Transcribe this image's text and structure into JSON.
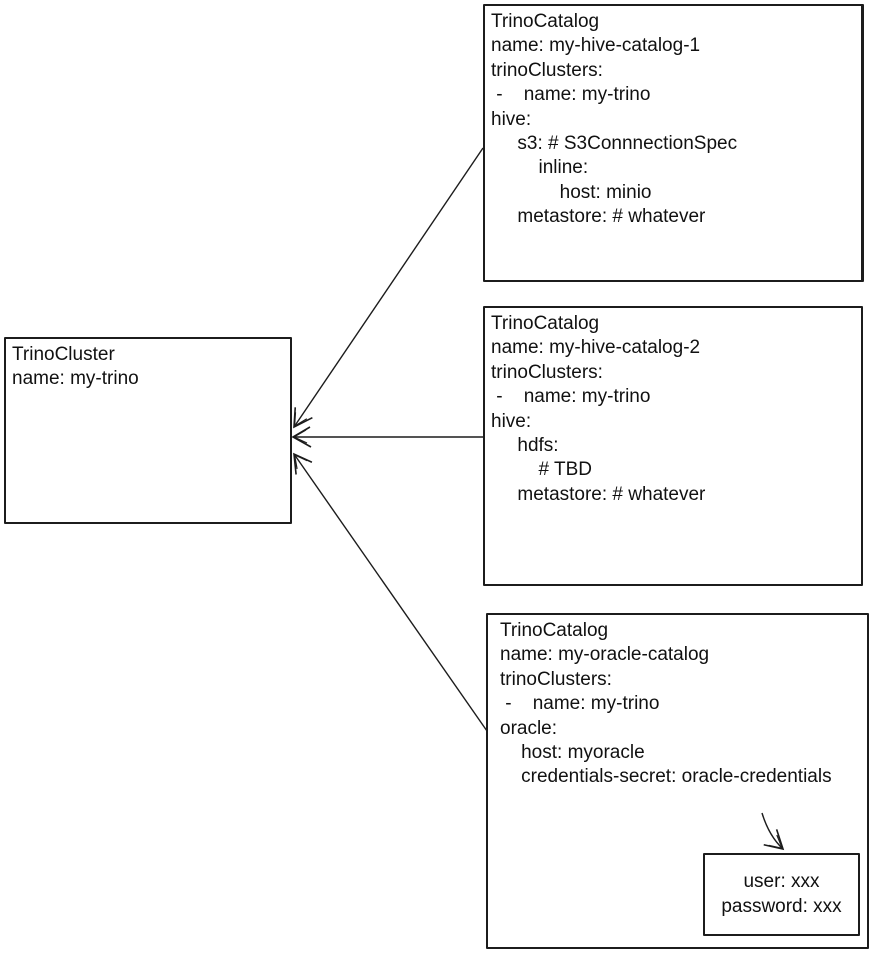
{
  "colors": {
    "stroke": "#1c1c1c",
    "text": "#111111",
    "background": "#ffffff"
  },
  "diagram": {
    "cluster_box": {
      "lines": [
        "TrinoCluster",
        "name: my-trino"
      ]
    },
    "catalog_boxes": [
      {
        "id": "my-hive-catalog-1",
        "lines": [
          "TrinoCatalog",
          "name: my-hive-catalog-1",
          "trinoClusters:",
          " -    name: my-trino",
          "hive:",
          "     s3: # S3ConnnectionSpec",
          "         inline:",
          "             host: minio",
          "     metastore: # whatever"
        ]
      },
      {
        "id": "my-hive-catalog-2",
        "lines": [
          "TrinoCatalog",
          "name: my-hive-catalog-2",
          "trinoClusters:",
          " -    name: my-trino",
          "hive:",
          "     hdfs:",
          "         # TBD",
          "     metastore: # whatever"
        ]
      },
      {
        "id": "my-oracle-catalog",
        "lines": [
          "TrinoCatalog",
          "name: my-oracle-catalog",
          "trinoClusters:",
          " -    name: my-trino",
          "oracle:",
          "    host: myoracle",
          "    credentials-secret: oracle-credentials"
        ]
      }
    ],
    "secret_box": {
      "lines": [
        "user: xxx",
        "password: xxx"
      ]
    }
  }
}
